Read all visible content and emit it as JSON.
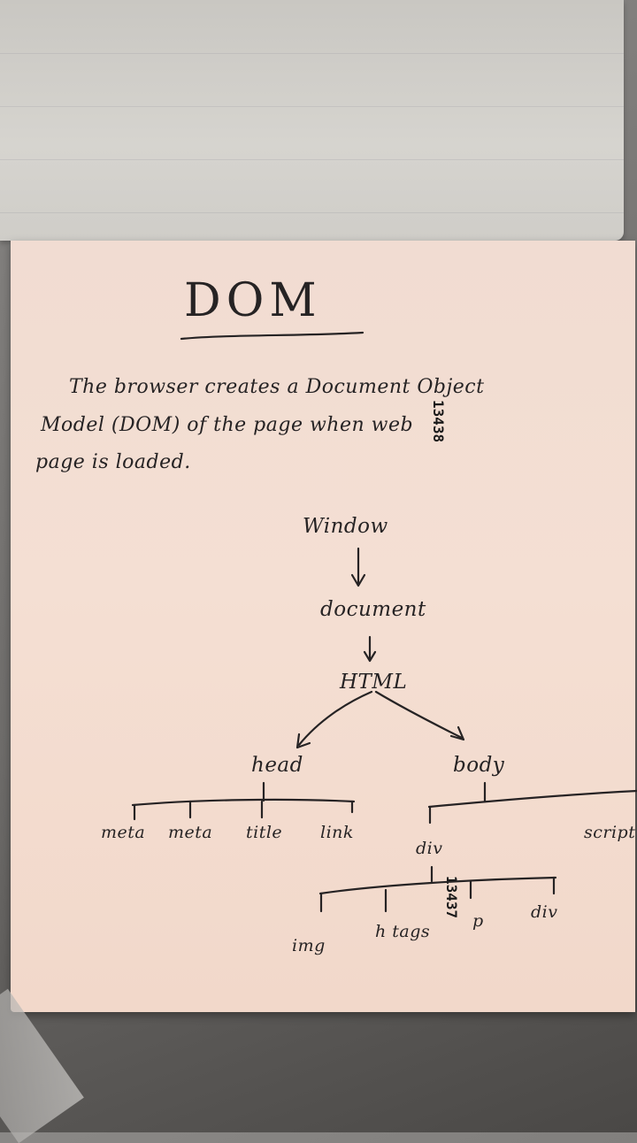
{
  "notebook": {
    "title": "DOM",
    "paragraph_lines": [
      "The browser creates a Document Object",
      "Model (DOM) of the page when web",
      "page is loaded."
    ],
    "tree": {
      "window": "Window",
      "document": "document",
      "html": "HTML",
      "head": "head",
      "body": "body",
      "head_children": [
        "meta",
        "meta",
        "title",
        "link"
      ],
      "body_children": [
        "div",
        "script"
      ],
      "div_children": [
        "img",
        "h tags",
        "p",
        "div"
      ]
    },
    "stamps": [
      "13438",
      "13437"
    ]
  },
  "colors": {
    "ink": "#262324",
    "paper": "#f2dcd1",
    "top_page": "#d3d1cc"
  }
}
